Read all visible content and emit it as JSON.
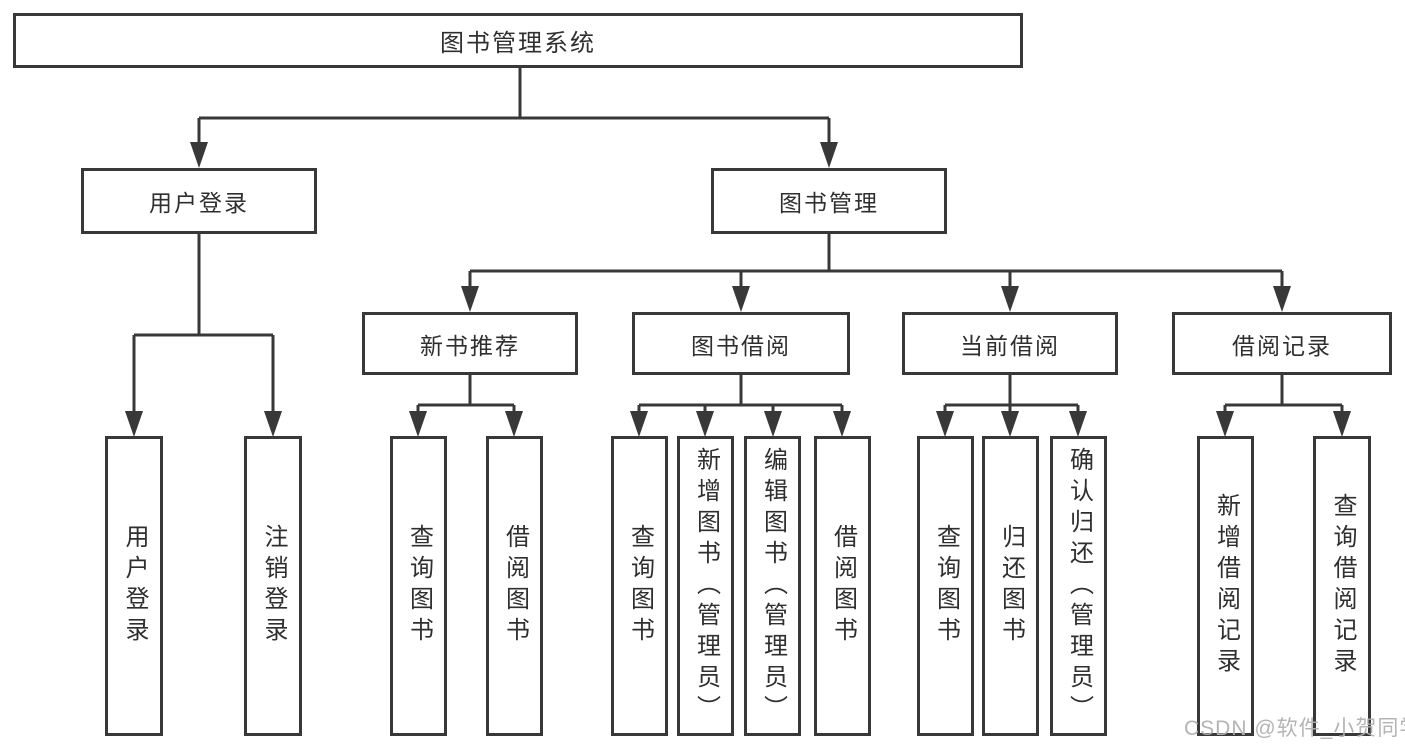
{
  "tree": {
    "label": "图书管理系统",
    "children": [
      {
        "label": "用户登录",
        "children": [
          {
            "label": "用户登录"
          },
          {
            "label": "注销登录"
          }
        ]
      },
      {
        "label": "图书管理",
        "children": [
          {
            "label": "新书推荐",
            "children": [
              {
                "label": "查询图书"
              },
              {
                "label": "借阅图书"
              }
            ]
          },
          {
            "label": "图书借阅",
            "children": [
              {
                "label": "查询图书"
              },
              {
                "label": "新增图书（管理员）"
              },
              {
                "label": "编辑图书（管理员）"
              },
              {
                "label": "借阅图书"
              }
            ]
          },
          {
            "label": "当前借阅",
            "children": [
              {
                "label": "查询图书"
              },
              {
                "label": "归还图书"
              },
              {
                "label": "确认归还（管理员）"
              }
            ]
          },
          {
            "label": "借阅记录",
            "children": [
              {
                "label": "新增借阅记录"
              },
              {
                "label": "查询借阅记录"
              }
            ]
          }
        ]
      }
    ]
  },
  "watermark": {
    "text": "CSDN @软件_小贺同学"
  },
  "colors": {
    "line": "#383838",
    "box_border": "#383838",
    "text": "#2f2f2f",
    "watermark": "#b0b0b0",
    "background": "#ffffff"
  }
}
